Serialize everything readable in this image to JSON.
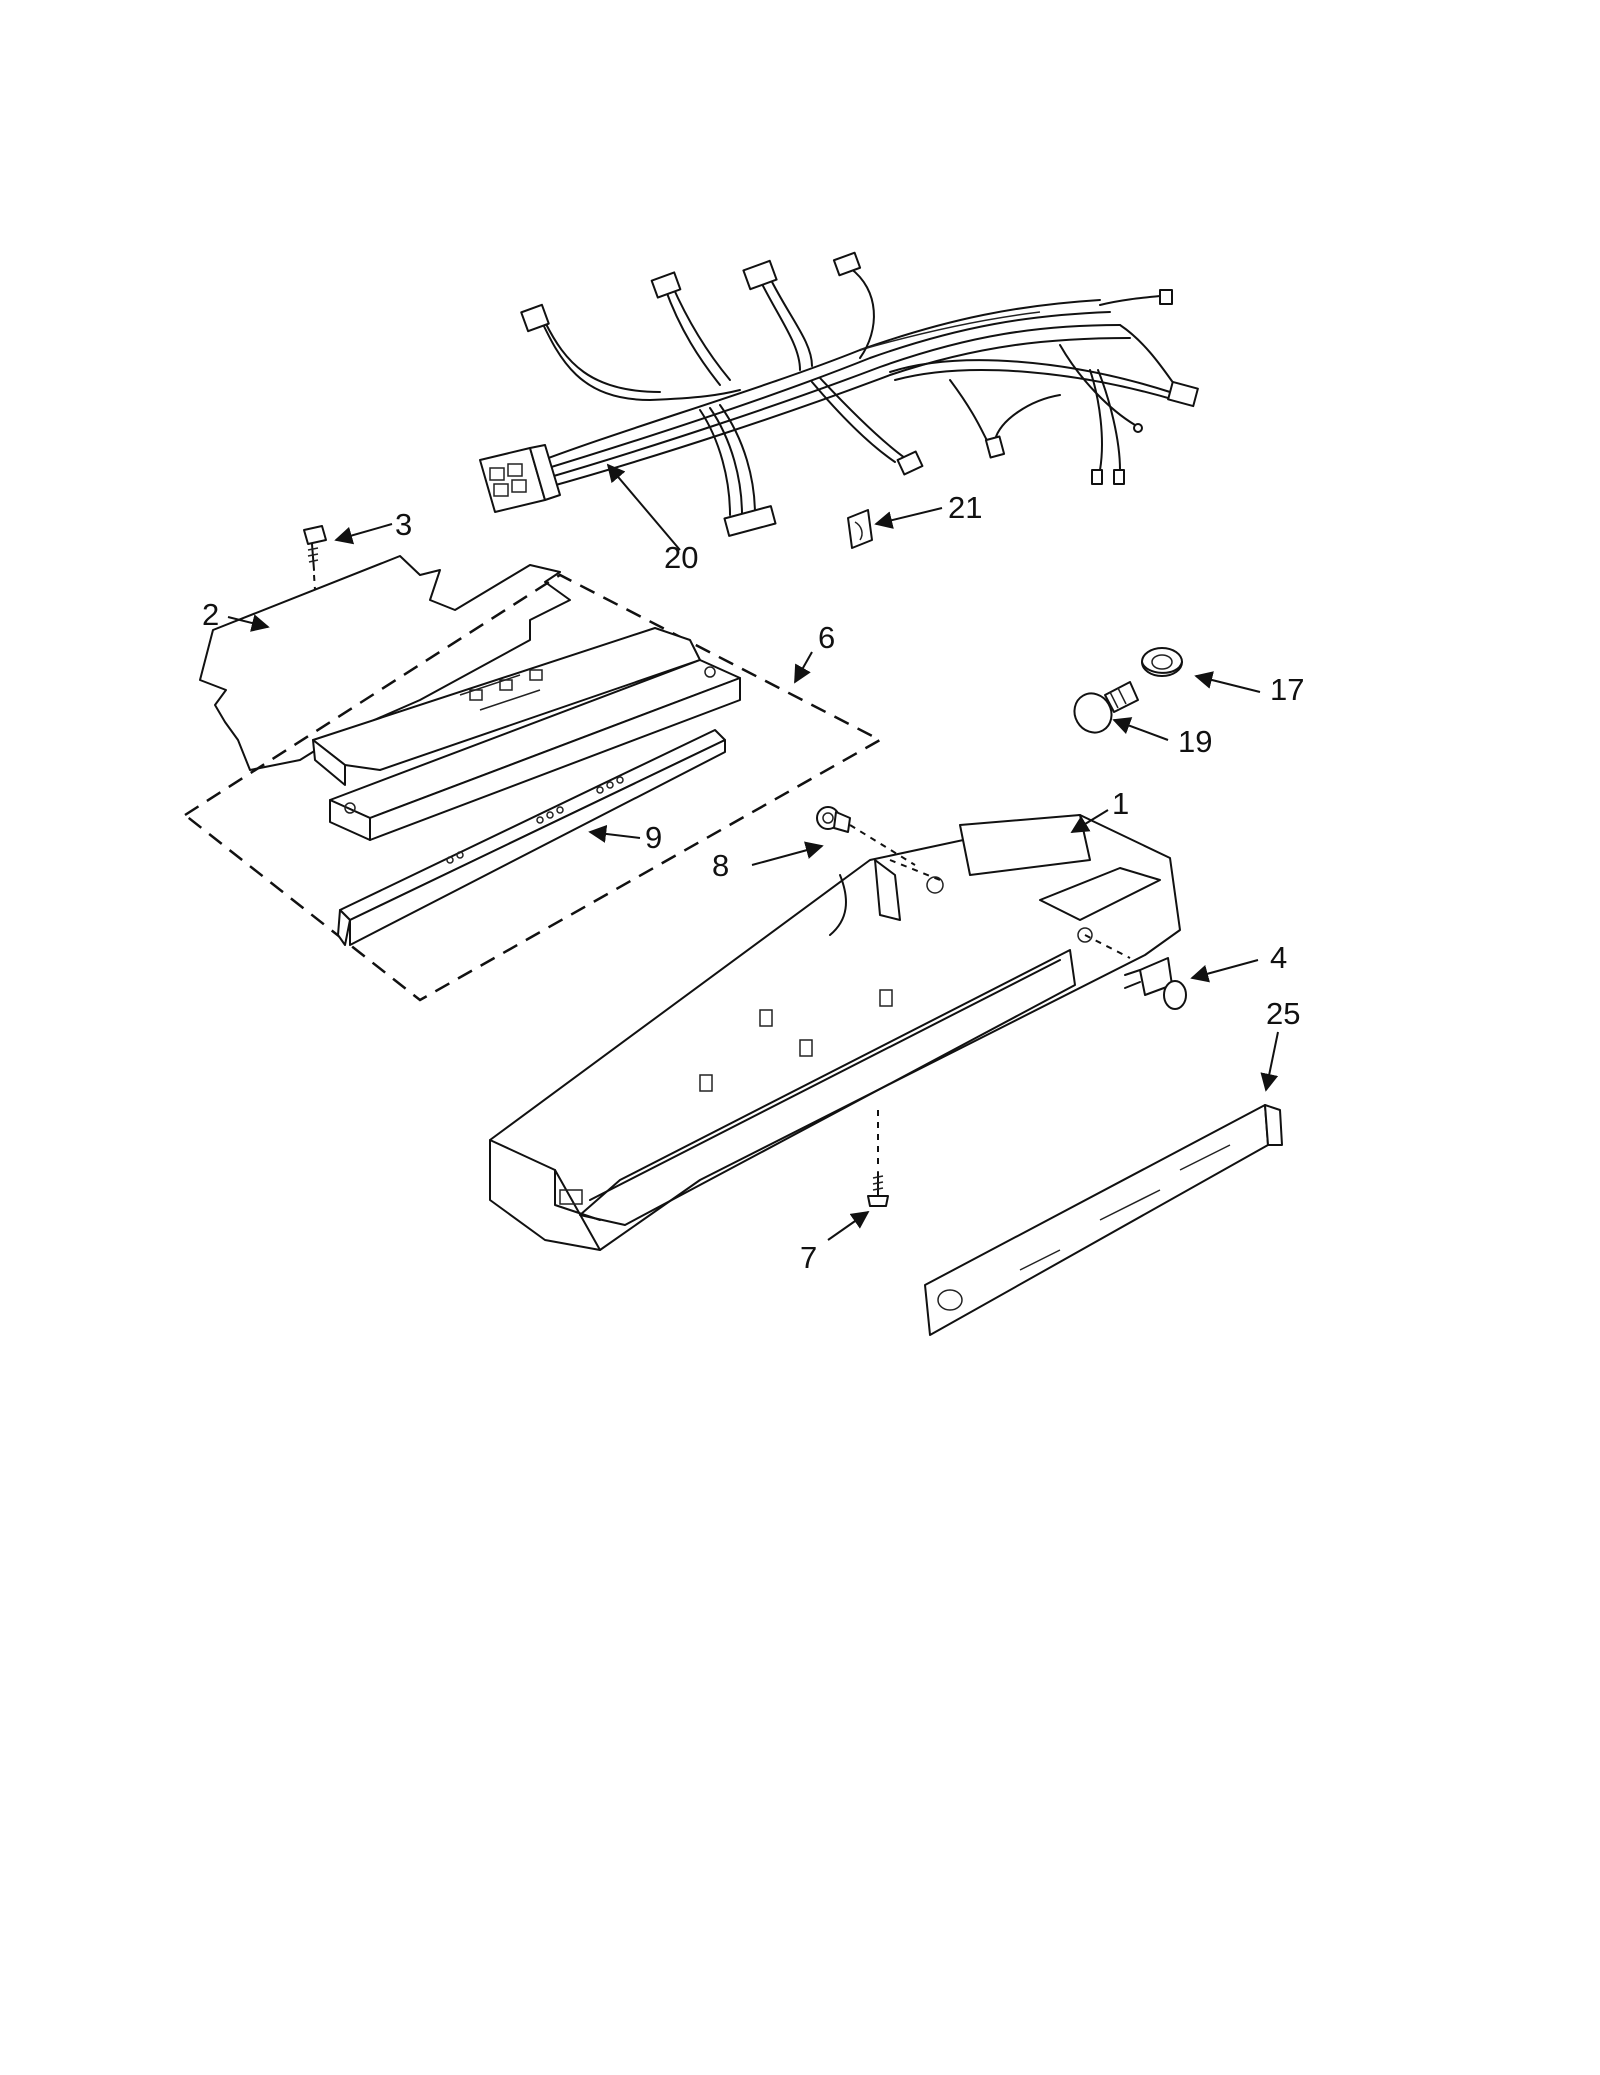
{
  "callouts": {
    "c1": "1",
    "c2": "2",
    "c3": "3",
    "c4": "4",
    "c6": "6",
    "c7": "7",
    "c8": "8",
    "c9": "9",
    "c17": "17",
    "c19": "19",
    "c20": "20",
    "c21": "21",
    "c25": "25"
  },
  "colors": {
    "line": "#111111",
    "background": "#ffffff"
  }
}
